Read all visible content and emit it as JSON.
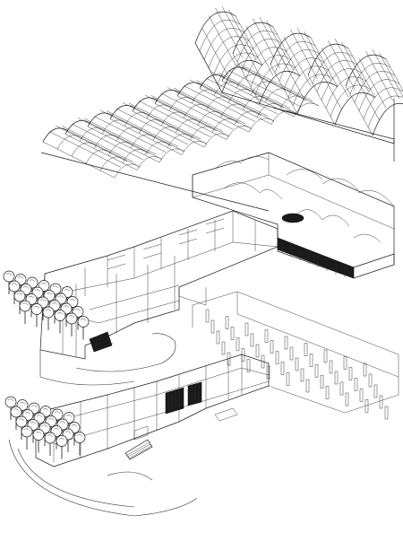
{
  "figure": {
    "type": "exploded-axonometric-drawing",
    "layers": [
      {
        "id": "roof",
        "kind": "barrel-vault-roof",
        "large_vaults": 5,
        "small_vaults": 9
      },
      {
        "id": "upper-floor",
        "kind": "upper-floor-plan",
        "trees": 24
      },
      {
        "id": "ground-floor",
        "kind": "ground-floor-plan",
        "trees": 22
      }
    ],
    "colors": {
      "line": "#1a1a1a",
      "background": "#ffffff"
    }
  }
}
